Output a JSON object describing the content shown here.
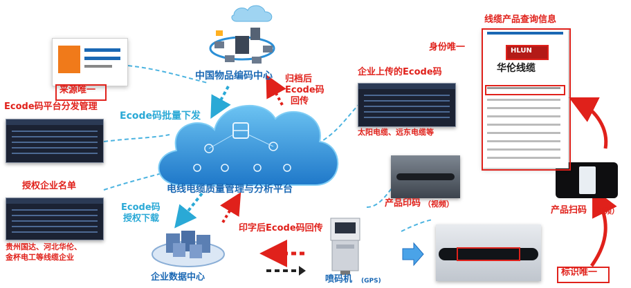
{
  "labels": {
    "coding_center": "中国物品编码中心",
    "source_unique": "来源唯一",
    "platform_dispatch": "Ecode码平台分发管理",
    "batch_issue": "Ecode码批量下发",
    "archive_return_1": "归档后",
    "archive_return_2": "Ecode码",
    "archive_return_3": "回传",
    "enterprise_upload": "企业上传的Ecode码",
    "cable_makers": "太阳电缆、远东电缆等",
    "platform_name": "电线电缆质量管理与分析平台",
    "authorized_list": "授权企业名单",
    "authorized_companies_1": "贵州国达、河北华伦、",
    "authorized_companies_2": "金杯电工等线缆企业",
    "auth_download_1": "Ecode码",
    "auth_download_2": "授权下载",
    "print_return": "印字后Ecode码回传",
    "data_center": "企业数据中心",
    "jet_printer": "喷码机",
    "gps": "(GPS)",
    "product_print": "产品印码",
    "video_1": "（视频）",
    "product_scan": "产品扫码",
    "video_2": "（视频）",
    "id_unique": "标识唯一",
    "query_title": "线缆产品查询信息",
    "identity_unique": "身份唯一",
    "brand_name": "华伦线缆",
    "logo_text": "HLUN"
  },
  "colors": {
    "red": "#e0211b",
    "blue": "#1a68b4",
    "cyan": "#2aa9d6",
    "cloud": "#2f8fd8"
  }
}
